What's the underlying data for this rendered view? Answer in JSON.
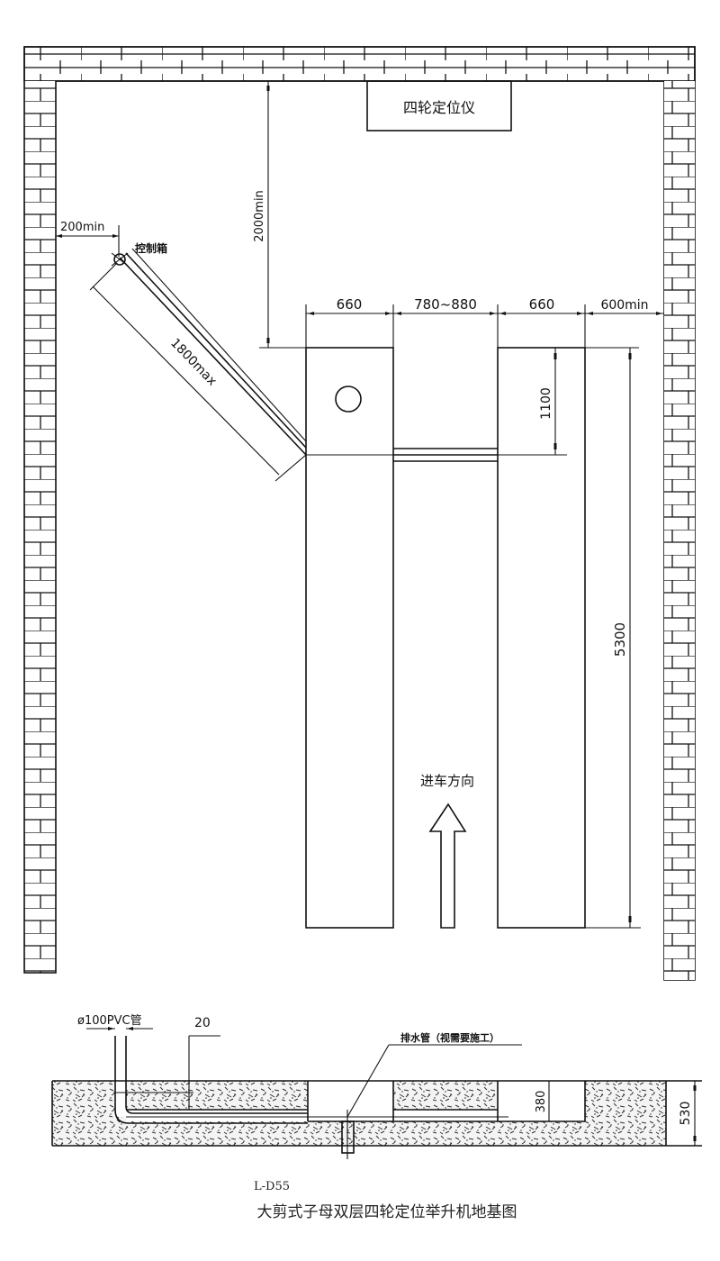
{
  "title": {
    "code": "L-D55",
    "caption": "大剪式子母双层四轮定位举升机地基图"
  },
  "plan": {
    "equipment_label": "四轮定位仪",
    "control_box_label": "控制箱",
    "direction_label": "进车方向",
    "dims": {
      "control_box_offset": "200min",
      "front_clearance": "2000min",
      "cable_length": "1800max",
      "platform_left": "660",
      "center_gap": "780~880",
      "platform_right": "660",
      "side_clearance": "600min",
      "front_section": "1100",
      "platform_length": "5300"
    }
  },
  "section": {
    "pipe_label": "ø100PVC管",
    "pipe_offset": "20",
    "drain_label": "排水管（视需要施工）",
    "dims": {
      "pit_depth": "380",
      "slab_depth": "530"
    }
  },
  "colors": {
    "line": "#111111",
    "background": "#ffffff",
    "hatch": "#333333"
  }
}
